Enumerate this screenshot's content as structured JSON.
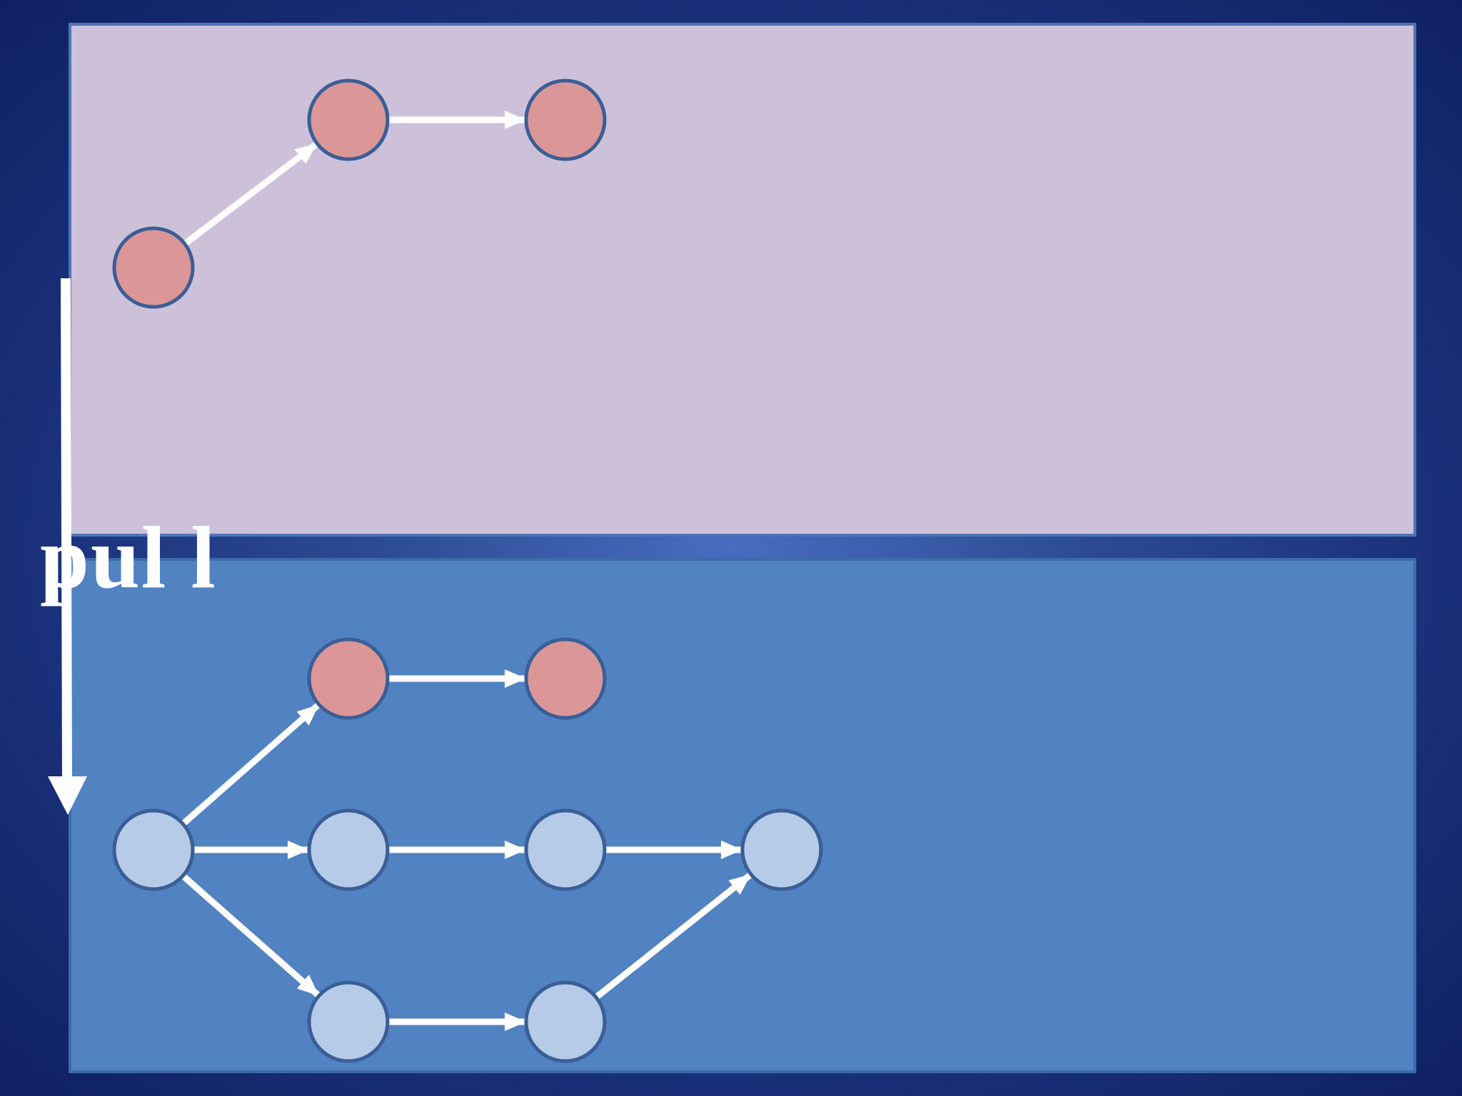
{
  "label": {
    "text": "pul l"
  },
  "colors": {
    "background": "#182f78",
    "panel_top": "#cdc1da",
    "panel_bottom": "#5182c1",
    "node_red": "#db9797",
    "node_blue": "#b6cbe7",
    "node_border": "#3a5e96",
    "arrow": "#ffffff"
  },
  "diagram": {
    "top_graph": {
      "nodes": [
        {
          "id": "t1",
          "color": "red"
        },
        {
          "id": "t2",
          "color": "red"
        },
        {
          "id": "t3",
          "color": "red"
        }
      ],
      "edges": [
        {
          "from": "t1",
          "to": "t2"
        },
        {
          "from": "t2",
          "to": "t3"
        }
      ]
    },
    "bottom_graph": {
      "nodes": [
        {
          "id": "b_r1",
          "color": "red"
        },
        {
          "id": "b_r2",
          "color": "red"
        },
        {
          "id": "b_a",
          "color": "blue"
        },
        {
          "id": "b_b",
          "color": "blue"
        },
        {
          "id": "b_c",
          "color": "blue"
        },
        {
          "id": "b_d",
          "color": "blue"
        },
        {
          "id": "b_e",
          "color": "blue"
        },
        {
          "id": "b_f",
          "color": "blue"
        }
      ],
      "edges": [
        {
          "from": "b_a",
          "to": "b_r1"
        },
        {
          "from": "b_r1",
          "to": "b_r2"
        },
        {
          "from": "b_a",
          "to": "b_b"
        },
        {
          "from": "b_b",
          "to": "b_c"
        },
        {
          "from": "b_c",
          "to": "b_d"
        },
        {
          "from": "b_a",
          "to": "b_e"
        },
        {
          "from": "b_e",
          "to": "b_f"
        },
        {
          "from": "b_f",
          "to": "b_d"
        }
      ]
    },
    "pull_arrow": {
      "direction": "down"
    }
  }
}
